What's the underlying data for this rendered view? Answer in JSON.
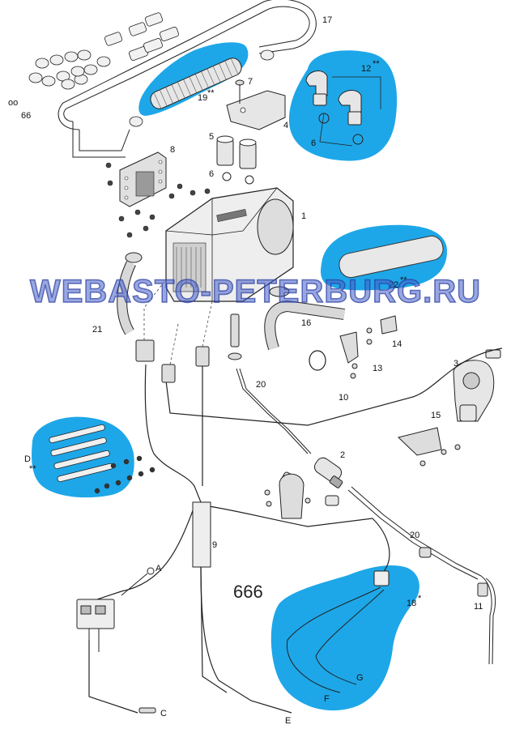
{
  "watermark": "WEBASTO-PETERBURG.RU",
  "colors": {
    "highlight": "#1ea7e8",
    "line": "#222222",
    "part_fill": "#e6e6e6"
  },
  "labels": {
    "p1": "1",
    "p2": "2",
    "p3": "3",
    "p4": "4",
    "p5": "5",
    "p6a": "6",
    "p6b": "6",
    "p7": "7",
    "p8": "8",
    "p9": "9",
    "p10": "10",
    "p11": "11",
    "p12": "12",
    "p13": "13",
    "p14": "14",
    "p15": "15",
    "p16": "16",
    "p17": "17",
    "p18": "18",
    "p19": "19",
    "p20a": "20",
    "p20b": "20",
    "p21": "21",
    "p22": "22",
    "pA": "A",
    "pC": "C",
    "pD": "D",
    "pE": "E",
    "pF": "F",
    "pG": "G",
    "dbl_star": "**",
    "star": "*",
    "oring_small": "66",
    "oring_large": "666",
    "oring_tiny": "oo"
  }
}
